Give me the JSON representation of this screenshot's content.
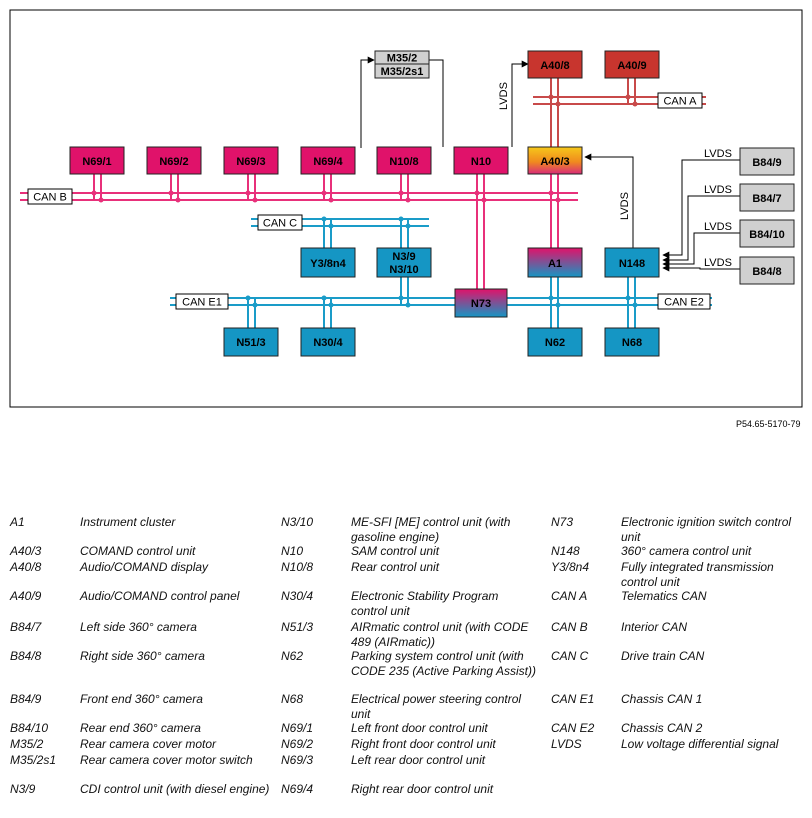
{
  "diagram": {
    "ref": "P54.65-5170-79",
    "units": {
      "N69_1": "N69/1",
      "N69_2": "N69/2",
      "N69_3": "N69/3",
      "N69_4": "N69/4",
      "N10_8": "N10/8",
      "N10": "N10",
      "A40_3": "A40/3",
      "A40_8": "A40/8",
      "A40_9": "A40/9",
      "M35_2": "M35/2",
      "M35_2s1": "M35/2s1",
      "B84_9": "B84/9",
      "B84_7": "B84/7",
      "B84_10": "B84/10",
      "B84_8": "B84/8",
      "Y3_8n4": "Y3/8n4",
      "N3_9": "N3/9",
      "N3_10": "N3/10",
      "A1": "A1",
      "N148": "N148",
      "N73": "N73",
      "N51_3": "N51/3",
      "N30_4": "N30/4",
      "N62": "N62",
      "N68": "N68"
    },
    "buses": {
      "can_a": "CAN A",
      "can_b": "CAN B",
      "can_c": "CAN C",
      "can_e1": "CAN E1",
      "can_e2": "CAN E2",
      "lvds": "LVDS"
    },
    "colors": {
      "can_b": "#e8307a",
      "can_c": "#1a9cc8",
      "can_a": "#c84a4a",
      "magenta_box": "#e0126a",
      "cyan_box": "#1596c4",
      "red_box": "#c8352e",
      "gray_box": "#d0d0d0"
    }
  },
  "legend": [
    {
      "code": "A1",
      "desc": "Instrument cluster"
    },
    {
      "code": "A40/3",
      "desc": "COMAND control unit"
    },
    {
      "code": "A40/8",
      "desc": "Audio/COMAND display"
    },
    {
      "code": "A40/9",
      "desc": "Audio/COMAND control panel"
    },
    {
      "code": "B84/7",
      "desc": "Left side 360° camera"
    },
    {
      "code": "B84/8",
      "desc": "Right side 360° camera"
    },
    {
      "code": "B84/9",
      "desc": "Front end 360° camera"
    },
    {
      "code": "B84/10",
      "desc": "Rear end 360° camera"
    },
    {
      "code": "M35/2",
      "desc": "Rear camera cover motor"
    },
    {
      "code": "M35/2s1",
      "desc": "Rear camera cover motor switch"
    },
    {
      "code": "N3/9",
      "desc": "CDI control unit (with diesel engine)"
    },
    {
      "code": "N3/10",
      "desc": "ME-SFI [ME] control unit (with gasoline engine)"
    },
    {
      "code": "N10",
      "desc": "SAM control unit"
    },
    {
      "code": "N10/8",
      "desc": "Rear control unit"
    },
    {
      "code": "N30/4",
      "desc": "Electronic Stability Program control unit"
    },
    {
      "code": "N51/3",
      "desc": "AIRmatic control unit (with CODE 489 (AIRmatic))"
    },
    {
      "code": "N62",
      "desc": "Parking system control unit (with CODE 235 (Active Parking Assist))"
    },
    {
      "code": "N68",
      "desc": "Electrical power steering control unit"
    },
    {
      "code": "N69/1",
      "desc": "Left front door control unit"
    },
    {
      "code": "N69/2",
      "desc": "Right front door control unit"
    },
    {
      "code": "N69/3",
      "desc": "Left rear door control unit"
    },
    {
      "code": "N69/4",
      "desc": "Right rear door control unit"
    },
    {
      "code": "N73",
      "desc": "Electronic ignition switch control unit"
    },
    {
      "code": "N148",
      "desc": "360° camera control unit"
    },
    {
      "code": "Y3/8n4",
      "desc": "Fully integrated transmission control unit"
    },
    {
      "code": "CAN A",
      "desc": "Telematics CAN"
    },
    {
      "code": "CAN B",
      "desc": "Interior CAN"
    },
    {
      "code": "CAN C",
      "desc": "Drive train CAN"
    },
    {
      "code": "CAN E1",
      "desc": "Chassis CAN 1"
    },
    {
      "code": "CAN E2",
      "desc": "Chassis CAN 2"
    },
    {
      "code": "LVDS",
      "desc": "Low voltage differential signal"
    }
  ]
}
